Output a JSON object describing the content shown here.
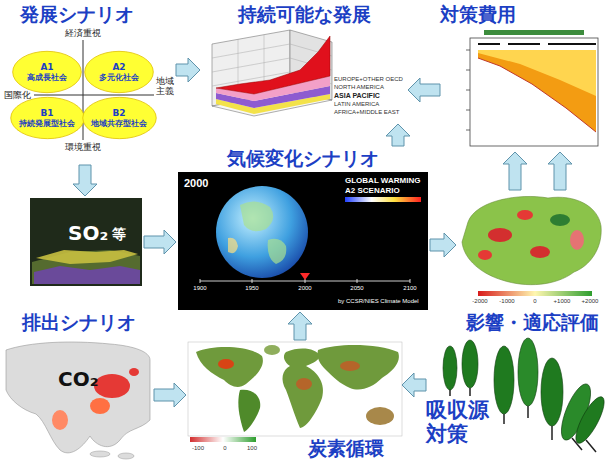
{
  "diagram": {
    "nodes": [
      {
        "text": [
          "発展シナリオ"
        ]
      },
      {
        "text": [
          "A1",
          "高成長社会"
        ],
        "in": 0
      },
      {
        "text": [
          "A2",
          "多元化社会"
        ],
        "in": 0
      },
      {
        "text": [
          "B1",
          "持続発展型社会"
        ],
        "in": 0
      },
      {
        "text": [
          "B2",
          "地域共存型社会"
        ],
        "in": 0
      },
      {
        "text": [
          "持続可能な発展"
        ]
      },
      {
        "text": [
          "対策費用"
        ]
      },
      {
        "text": [
          "気候変化シナリオ"
        ]
      },
      {
        "text": [
          "SO₂",
          "等"
        ]
      },
      {
        "text": [
          "影響・適応評価"
        ]
      },
      {
        "text": [
          "排出シナリオ",
          "CO₂"
        ]
      },
      {
        "text": [
          "炭素循環"
        ]
      },
      {
        "text": [
          "吸収源対策"
        ]
      }
    ],
    "edges": [
      {
        "from": 0,
        "to": 5,
        "arrow": "to"
      },
      {
        "from": 6,
        "to": 5,
        "arrow": "to"
      },
      {
        "from": 0,
        "to": 8,
        "arrow": "to"
      },
      {
        "from": 8,
        "to": 7,
        "arrow": "to"
      },
      {
        "from": 7,
        "to": 9,
        "arrow": "to"
      },
      {
        "from": 9,
        "to": 6,
        "arrow": "to"
      },
      {
        "from": 9,
        "to": 6,
        "arrow": "to"
      },
      {
        "from": 7,
        "to": 5,
        "arrow": "to"
      },
      {
        "from": 11,
        "to": 7,
        "arrow": "to"
      },
      {
        "from": 10,
        "to": 11,
        "arrow": "to"
      },
      {
        "from": 12,
        "to": 11,
        "arrow": "to"
      }
    ],
    "labels": [
      "経済重視",
      "環境重視",
      "国際化",
      "地域主義",
      "EUROPE+OTHER OECD",
      "NORTH AMERICA",
      "ASIA PACIFIC",
      "LATIN AMERICA",
      "AFRICA+MIDDLE EAST",
      "2000",
      "GLOBAL WARMING",
      "A2 SCENARIO",
      "1900",
      "1950",
      "2000",
      "2050",
      "2100",
      "by CCSR/NIES Climate Model",
      "-2000",
      "-1000",
      "0",
      "+1000",
      "+2000",
      "-100",
      "0",
      "100"
    ]
  }
}
